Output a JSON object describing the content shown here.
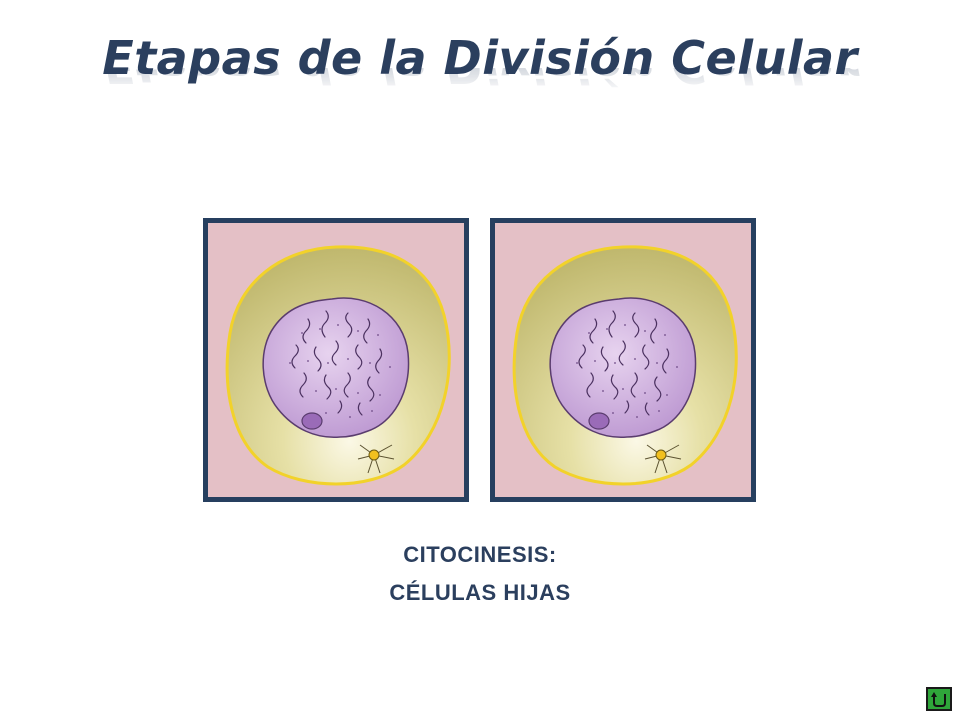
{
  "title": "Etapas de la División Celular",
  "captions": {
    "line1": "CITOCINESIS:",
    "line2": "CÉLULAS HIJAS"
  },
  "panels": [
    {
      "name": "daughter-cell-left"
    },
    {
      "name": "daughter-cell-right"
    }
  ],
  "colors": {
    "title": "#2b3f5e",
    "frame": "#263f5f",
    "panel_bg": "#e4c0c6",
    "cytoplasm": "#c9c27a",
    "cell_membrane": "#f2d22a",
    "nucleus": "#c8a3d6",
    "nucleolus": "#9a6bb8",
    "return_button": "#2fa63a"
  },
  "icons": {
    "return_button": "return-arrow-icon"
  }
}
